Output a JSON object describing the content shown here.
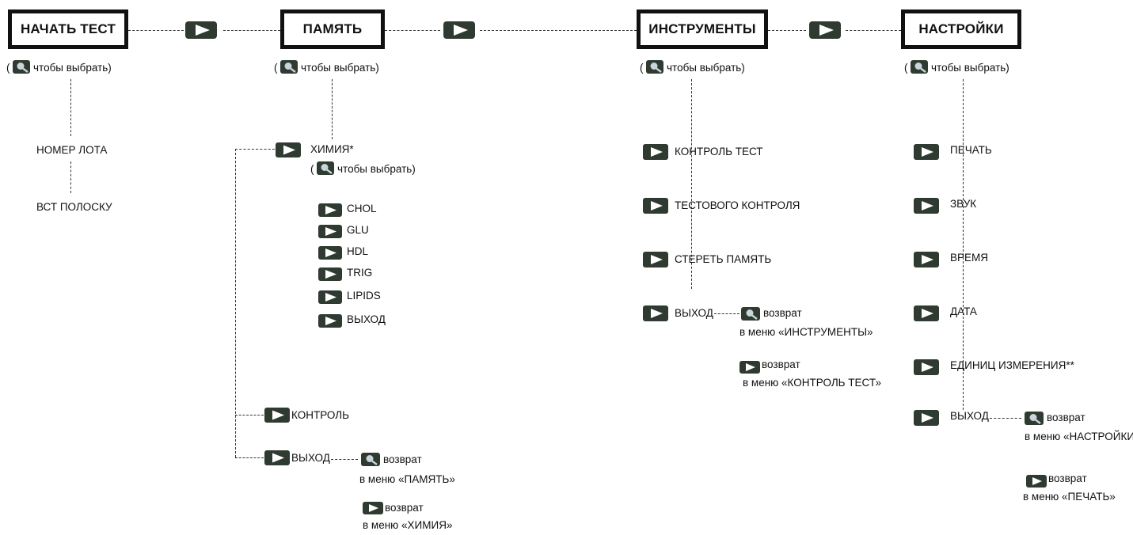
{
  "colors": {
    "icon_dark": "#2f3a30",
    "lens_fill": "#c9d4db",
    "line": "#333333",
    "border": "#111111"
  },
  "icons": {
    "play": "play-button-icon",
    "magnifier": "magnifier-button-icon"
  },
  "menus": {
    "start_test": {
      "title": "НАЧАТЬ ТЕСТ",
      "hint_prefix": "(",
      "hint": "чтобы выбрать)",
      "items": [
        "НОМЕР ЛОТА",
        "ВСТ ПОЛОСКУ"
      ]
    },
    "memory": {
      "title": "ПАМЯТЬ",
      "hint_prefix": "(",
      "hint": "чтобы выбрать)",
      "chemistry": "ХИМИЯ*",
      "chemistry_hint_prefix": "(",
      "chemistry_hint": "чтобы выбрать)",
      "sub_items": [
        "CHOL",
        "GLU",
        "HDL",
        "TRIG",
        "LIPIDS",
        "ВЫХОД"
      ],
      "control": "КОНТРОЛЬ",
      "exit": "ВЫХОД",
      "return_word": "возврат",
      "return_magnifier": "в меню «ПАМЯТЬ»",
      "return_play": "в меню «ХИМИЯ»"
    },
    "tools": {
      "title": "ИНСТРУМЕНТЫ",
      "hint_prefix": "(",
      "hint": "чтобы выбрать)",
      "items": [
        "КОНТРОЛЬ ТЕСТ",
        "ТЕСТОВОГО КОНТРОЛЯ",
        "СТЕРЕТЬ ПАМЯТЬ",
        "ВЫХОД"
      ],
      "return_word": "возврат",
      "return_magnifier": "в меню «ИНСТРУМЕНТЫ»",
      "return_play": "в меню «КОНТРОЛЬ ТЕСТ»"
    },
    "settings": {
      "title": "НАСТРОЙКИ",
      "hint_prefix": "(",
      "hint": "чтобы выбрать)",
      "items": [
        "ПЕЧАТЬ",
        "ЗВУК",
        "ВРЕМЯ",
        "ДАТА",
        "ЕДИНИЦ ИЗМЕРЕНИЯ**",
        "ВЫХОД"
      ],
      "return_word": "возврат",
      "return_magnifier": "в меню «НАСТРОЙКИ»",
      "return_play": "в меню «ПЕЧАТЬ»"
    }
  }
}
